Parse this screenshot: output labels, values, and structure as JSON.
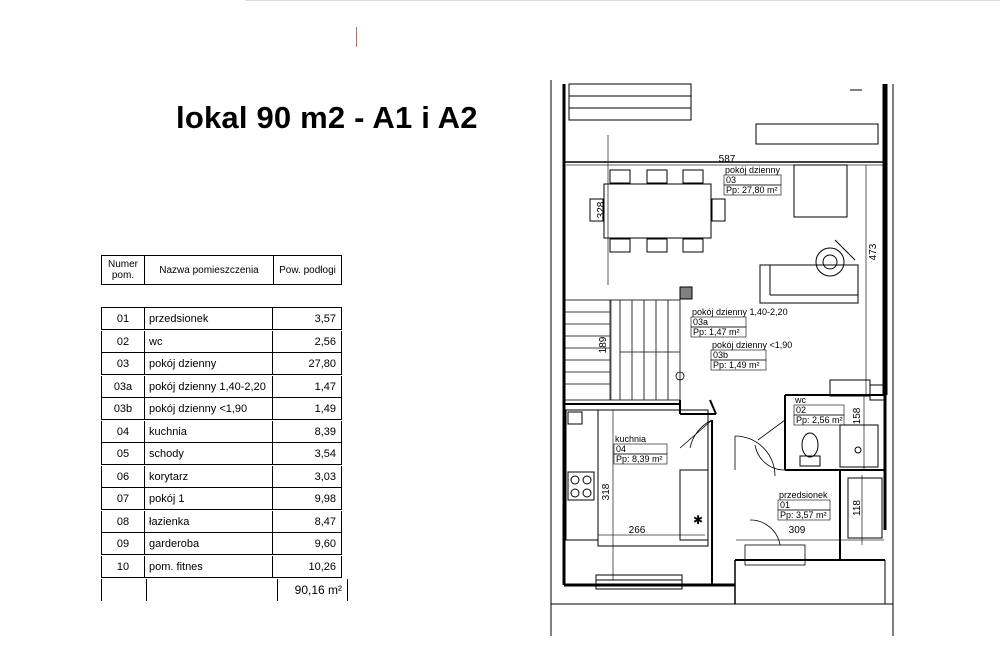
{
  "title": "lokal 90 m2 - A1 i A2",
  "table": {
    "headers": {
      "num": "Numer pom.",
      "name": "Nazwa pomieszczenia",
      "area": "Pow. podłogi"
    },
    "rows": [
      {
        "num": "01",
        "name": "przedsionek",
        "area": "3,57"
      },
      {
        "num": "02",
        "name": "wc",
        "area": "2,56"
      },
      {
        "num": "03",
        "name": "pokój dzienny",
        "area": "27,80"
      },
      {
        "num": "03a",
        "name": "pokój dzienny 1,40-2,20",
        "area": "1,47"
      },
      {
        "num": "03b",
        "name": "pokój dzienny <1,90",
        "area": "1,49"
      },
      {
        "num": "04",
        "name": "kuchnia",
        "area": "8,39"
      },
      {
        "num": "05",
        "name": "schody",
        "area": "3,54"
      },
      {
        "num": "06",
        "name": "korytarz",
        "area": "3,03"
      },
      {
        "num": "07",
        "name": "pokój 1",
        "area": "9,98"
      },
      {
        "num": "08",
        "name": "łazienka",
        "area": "8,47"
      },
      {
        "num": "09",
        "name": "garderoba",
        "area": "9,60"
      },
      {
        "num": "10",
        "name": "pom. fitnes",
        "area": "10,26"
      }
    ],
    "total": "90,16 m²"
  },
  "plan": {
    "dimensions": {
      "width_top": "587",
      "height_left": "328",
      "height_right": "473",
      "stairs": "189",
      "kitchen_height": "318",
      "kitchen_width": "266",
      "entry_width": "309",
      "wc_height": "158",
      "entry_height": "118"
    },
    "rooms": {
      "r03": {
        "name": "pokój dzienny",
        "num": "03",
        "area": "Pp: 27,80 m²"
      },
      "r03a": {
        "name": "pokój dzienny 1,40-2,20",
        "num": "03a",
        "area": "Pp: 1,47 m²"
      },
      "r03b": {
        "name": "pokój dzienny <1,90",
        "num": "03b",
        "area": "Pp: 1,49 m²"
      },
      "r02": {
        "name": "wc",
        "num": "02",
        "area": "Pp: 2,56 m²"
      },
      "r04": {
        "name": "kuchnia",
        "num": "04",
        "area": "Pp: 8,39 m²"
      },
      "r01": {
        "name": "przedsionek",
        "num": "01",
        "area": "Pp: 3,57 m²"
      }
    }
  },
  "colors": {
    "wall": "#000000",
    "line": "#333333",
    "accent": "#e06040",
    "gray": "#808080"
  }
}
